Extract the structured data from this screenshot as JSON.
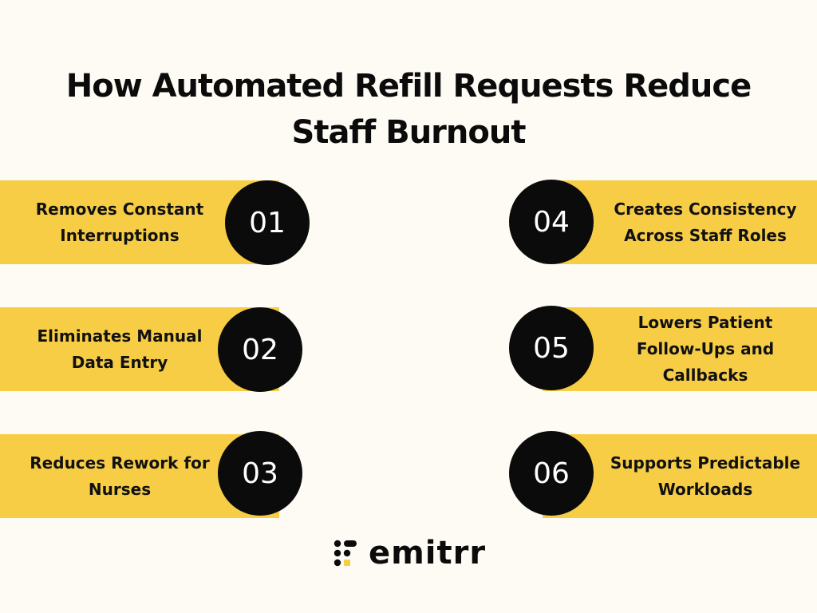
{
  "title": {
    "line1": "How Automated Refill Requests Reduce",
    "line2": "Staff Burnout"
  },
  "items": [
    {
      "number": "01",
      "label": "Removes Constant Interruptions"
    },
    {
      "number": "02",
      "label": "Eliminates Manual Data Entry"
    },
    {
      "number": "03",
      "label": "Reduces Rework for Nurses"
    },
    {
      "number": "04",
      "label": "Creates Consistency Across Staff Roles"
    },
    {
      "number": "05",
      "label": "Lowers Patient Follow-Ups and Callbacks"
    },
    {
      "number": "06",
      "label": "Supports Predictable Workloads"
    }
  ],
  "brand": {
    "name": "emitrr",
    "logo_icon": "emitrr-dots-icon"
  },
  "colors": {
    "background": "#fdfbf4",
    "accent": "#f7cd46",
    "dark": "#0b0b0b"
  }
}
